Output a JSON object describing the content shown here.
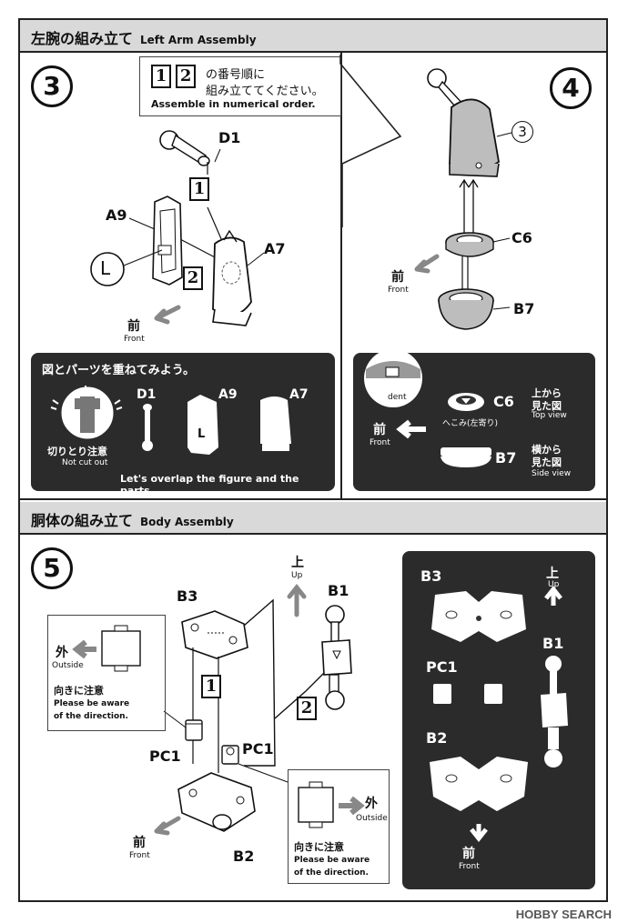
{
  "section1": {
    "title_jp": "左腕の組み立て",
    "title_en": "Left Arm Assembly"
  },
  "section2": {
    "title_jp": "胴体の組み立て",
    "title_en": "Body Assembly"
  },
  "step3": {
    "number": "3",
    "note_jp_prefix": "の番号順に",
    "note_jp_line2": "組み立ててください。",
    "note_en": "Assemble in numerical order.",
    "box1": "1",
    "box2": "2",
    "parts": {
      "d1": "D1",
      "a9": "A9",
      "a7": "A7",
      "l": "L"
    },
    "front_jp": "前",
    "front_en": "Front",
    "panel": {
      "title": "図とパーツを重ねてみよう。",
      "caution_jp": "切りとり注意",
      "caution_en": "Not cut out",
      "d1": "D1",
      "a9": "A9",
      "a7": "A7",
      "l": "L",
      "footer": "Let's overlap the figure and the parts."
    }
  },
  "step4": {
    "number": "4",
    "parts": {
      "ref3": "3",
      "c6": "C6",
      "b7": "B7"
    },
    "front_jp": "前",
    "front_en": "Front",
    "panel": {
      "dent": "dent",
      "c6": "C6",
      "hekomi": "へこみ(左寄り)",
      "top_jp_1": "上から",
      "top_jp_2": "見た図",
      "top_en": "Top view",
      "front_jp": "前",
      "front_en": "Front",
      "b7": "B7",
      "side_jp_1": "横から",
      "side_jp_2": "見た図",
      "side_en": "Side view"
    }
  },
  "step5": {
    "number": "5",
    "parts": {
      "b3": "B3",
      "b1": "B1",
      "pc1_left": "PC1",
      "pc1_right": "PC1",
      "b2": "B2"
    },
    "box1": "1",
    "box2": "2",
    "up_jp": "上",
    "up_en": "Up",
    "front_jp": "前",
    "front_en": "Front",
    "note_left": {
      "outside_jp": "外",
      "outside_en": "Outside",
      "caution_jp": "向きに注意",
      "caution_en_1": "Please be aware",
      "caution_en_2": "of the direction."
    },
    "note_right": {
      "outside_jp": "外",
      "outside_en": "Outside",
      "caution_jp": "向きに注意",
      "caution_en_1": "Please be aware",
      "caution_en_2": "of the direction."
    },
    "panel": {
      "b3": "B3",
      "pc1": "PC1",
      "b2": "B2",
      "b1": "B1",
      "up_jp": "上",
      "up_en": "Up",
      "front_jp": "前",
      "front_en": "Front"
    }
  },
  "watermark": "HOBBY SEARCH"
}
